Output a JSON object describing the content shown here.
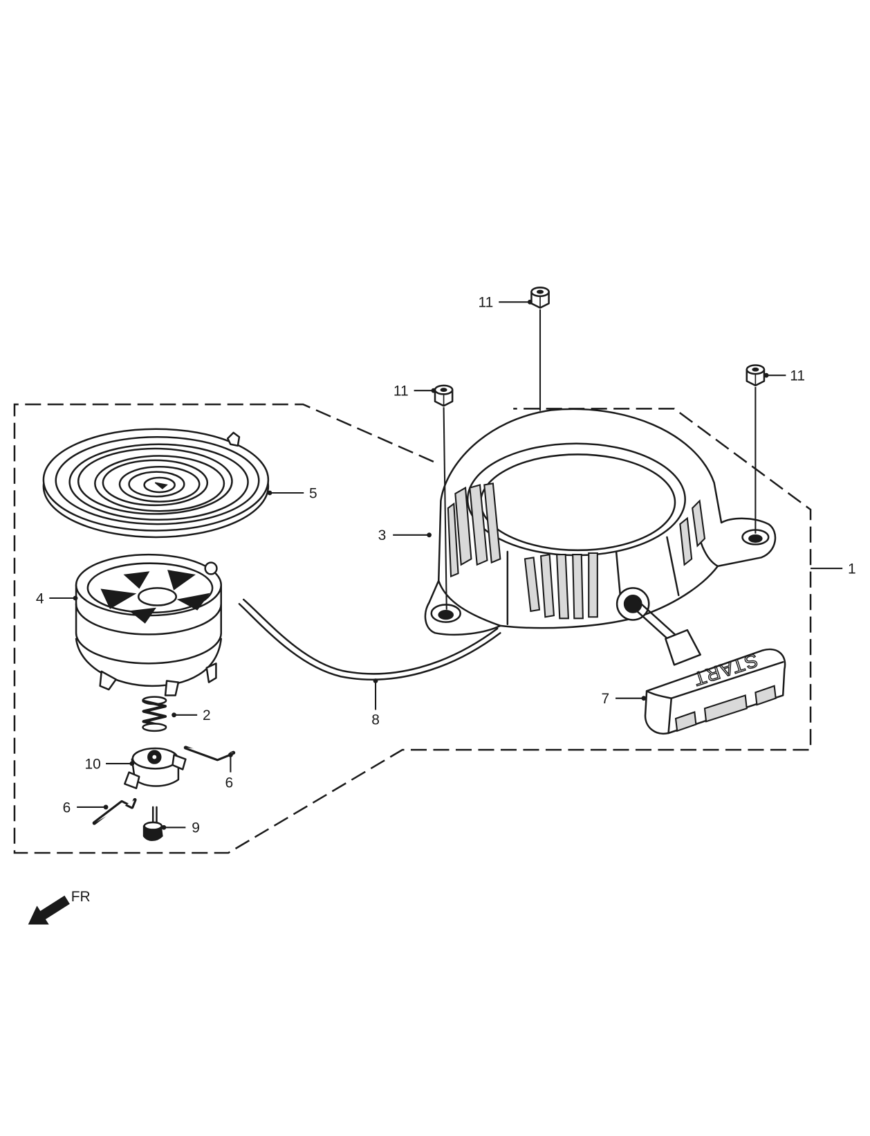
{
  "callouts": [
    "11",
    "11",
    "11",
    "5",
    "3",
    "1",
    "4",
    "7",
    "2",
    "8",
    "10",
    "6",
    "6",
    "9"
  ],
  "direction_label": "FR",
  "handle_text": "START",
  "colors": {
    "line": "#1a1a1a",
    "background": "#ffffff"
  }
}
